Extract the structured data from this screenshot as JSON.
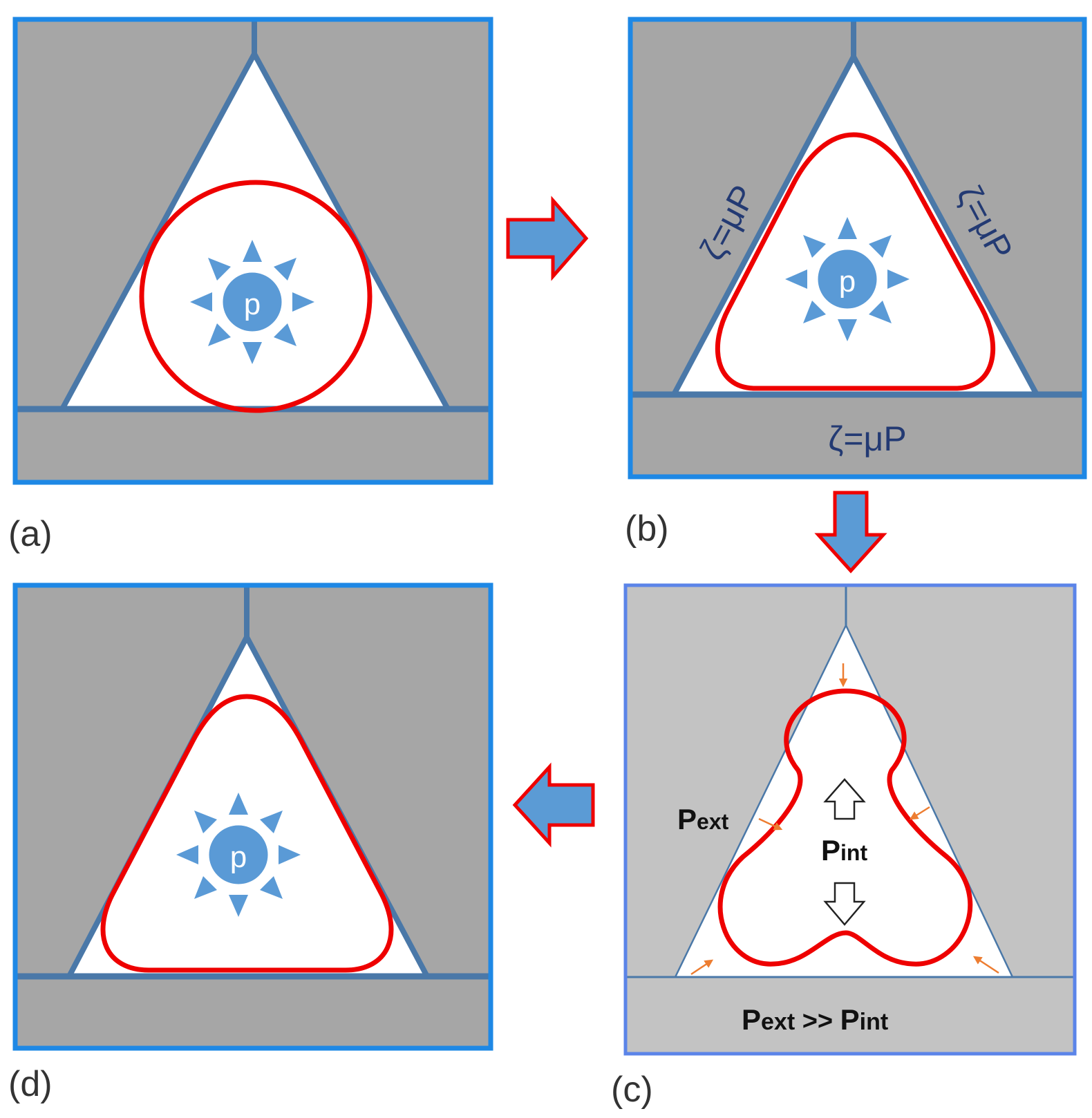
{
  "panels": {
    "a": {
      "label": "(a)",
      "pressure_symbol": "p"
    },
    "b": {
      "label": "(b)",
      "pressure_symbol": "p",
      "friction_left": "ζ=μP",
      "friction_right": "ζ=μP",
      "friction_bottom": "ζ=μP"
    },
    "c": {
      "label": "(c)",
      "p_ext_main": "P",
      "p_ext_sub": "ext",
      "p_int_main": "P",
      "p_int_sub": "int",
      "bottom_ext_main": "P",
      "bottom_ext_sub": "ext",
      "bottom_gt": " >> ",
      "bottom_int_main": "P",
      "bottom_int_sub": "int"
    },
    "d": {
      "label": "(d)",
      "pressure_symbol": "p"
    }
  },
  "colors": {
    "panel_border": "#1e88e5",
    "panel_border_c": "#5b84e8",
    "die_gray": "#a6a6a6",
    "die_gray_light": "#c3c3c3",
    "triangle_edge": "#4a78a8",
    "membrane_red": "#ee0000",
    "sun_blue": "#5a9ad6",
    "arrow_fill": "#5b9bd5",
    "arrow_stroke": "#ee0000",
    "small_arrow": "#ed7d31"
  },
  "icons": [
    "sun-pressure-icon",
    "right-arrow-icon",
    "down-arrow-icon",
    "left-arrow-icon",
    "hollow-up-arrow-icon",
    "hollow-down-arrow-icon"
  ]
}
